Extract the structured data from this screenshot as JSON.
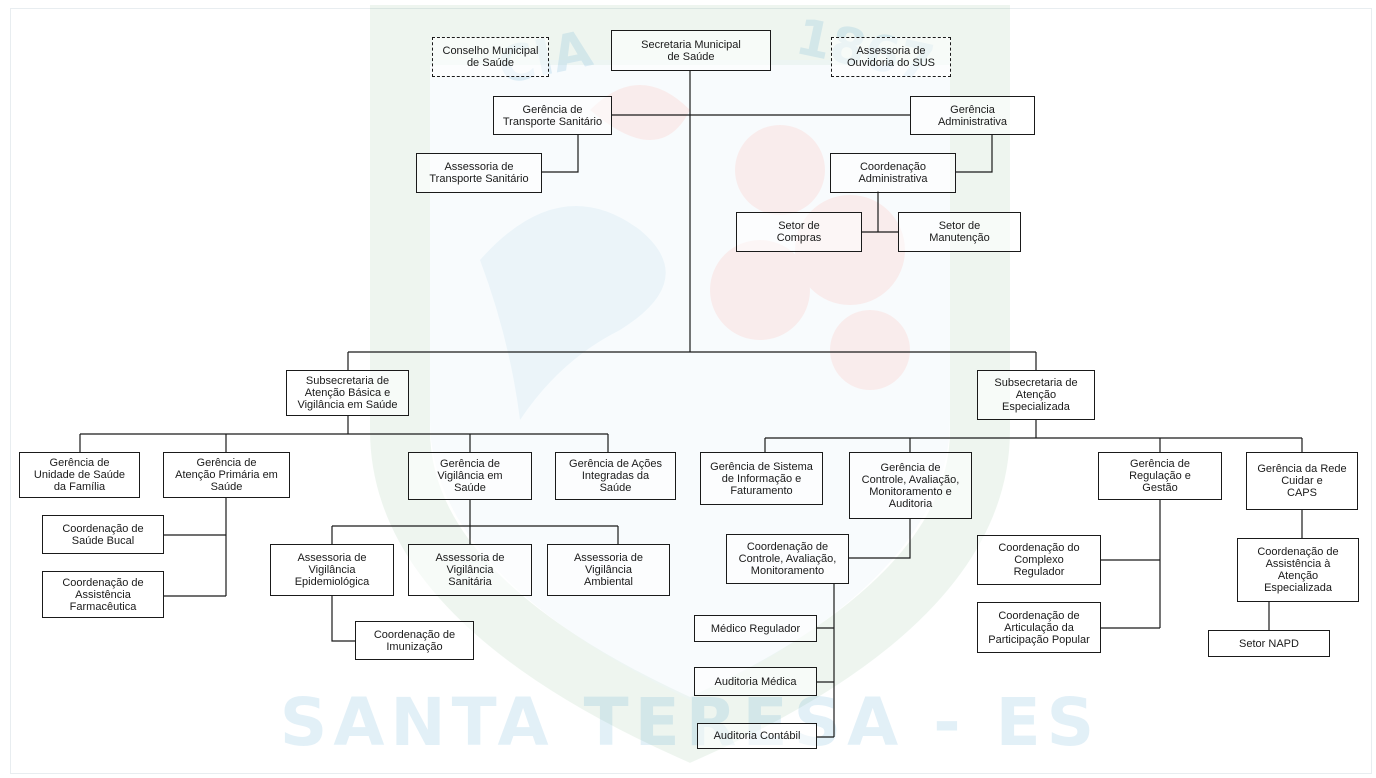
{
  "watermark": {
    "top_left_text": "CIA",
    "top_right_text": "1867",
    "bottom_text": "SANTA TERESA - ES",
    "colors": {
      "red": "#c43a3a",
      "green": "#4a9a5a",
      "blue": "#2a8fc8"
    }
  },
  "colors": {
    "line": "#1a1a1a",
    "box_border": "#1a1a1a",
    "text": "#1a1a1a"
  },
  "nodes": {
    "secretaria": "Secretaria Municipal\nde Saúde",
    "conselho": "Conselho Municipal\nde Saúde",
    "ouvidoria": "Assessoria de\nOuvidoria do SUS",
    "ger_transporte": "Gerência de\nTransporte Sanitário",
    "ass_transporte": "Assessoria de\nTransporte Sanitário",
    "ger_admin": "Gerência\nAdministrativa",
    "coord_admin": "Coordenação\nAdministrativa",
    "setor_compras": "Setor de\nCompras",
    "setor_manutencao": "Setor de\nManutenção",
    "sub_atencao_basica": "Subsecretaria de\nAtenção Básica e\nVigilância em Saúde",
    "sub_atencao_especializada": "Subsecretaria de\nAtenção\nEspecializada",
    "ger_usf": "Gerência de\nUnidade de Saúde\nda Família",
    "ger_atencao_primaria": "Gerência de\nAtenção Primária em\nSaúde",
    "ger_vigilancia": "Gerência de\nVigilância em\nSaúde",
    "ger_acoes_integradas": "Gerência de Ações\nIntegradas da\nSaúde",
    "coord_saude_bucal": "Coordenação de\nSaúde Bucal",
    "coord_farmaceutica": "Coordenação de\nAssistência\nFarmacêutica",
    "ass_epidemiologica": "Assessoria de\nVigilância\nEpidemiológica",
    "ass_sanitaria": "Assessoria de\nVigilância\nSanitária",
    "ass_ambiental": "Assessoria de\nVigilância\nAmbiental",
    "coord_imunizacao": "Coordenação de\nImunização",
    "ger_sistema_informacao": "Gerência de Sistema\nde Informação e\nFaturamento",
    "ger_controle": "Gerência de\nControle, Avaliação,\nMonitoramento e\nAuditoria",
    "ger_regulacao": "Gerência de\nRegulação e\nGestão",
    "ger_rede_cuidar": "Gerência da Rede\nCuidar e\nCAPS",
    "coord_controle": "Coordenação de\nControle, Avaliação,\nMonitoramento",
    "medico_regulador": "Médico Regulador",
    "auditoria_medica": "Auditoria Médica",
    "auditoria_contabil": "Auditoria Contábil",
    "coord_complexo_regulador": "Coordenação do\nComplexo\nRegulador",
    "coord_participacao": "Coordenação de\nArticulação da\nParticipação Popular",
    "coord_assistencia_especializada": "Coordenação de\nAssistência à\nAtenção\nEspecializada",
    "setor_napd": "Setor NAPD"
  }
}
